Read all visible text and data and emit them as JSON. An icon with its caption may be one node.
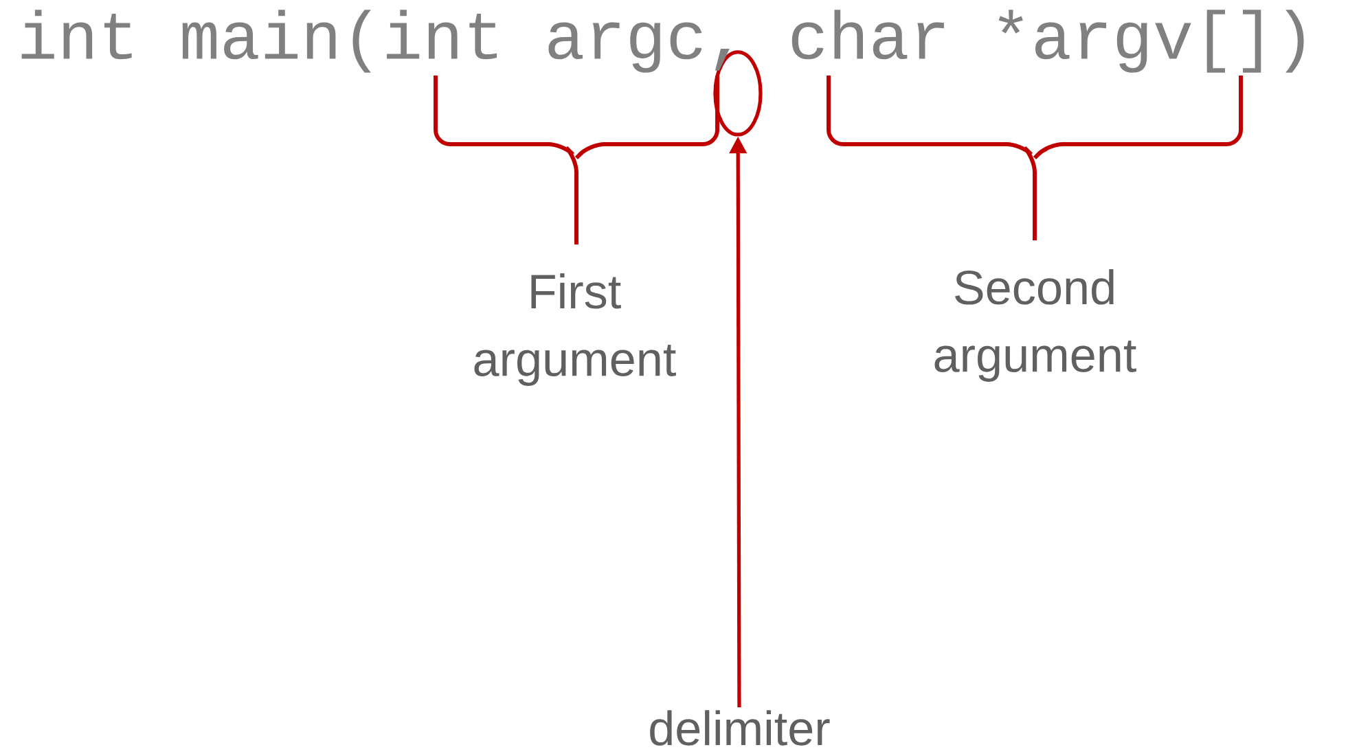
{
  "diagram": {
    "nodes": [
      {
        "text": [
          "delimiter"
        ]
      },
      {
        "text": [],
        "shape": "ellipse"
      }
    ],
    "edges": [
      {
        "from": 0,
        "to": 1,
        "arrow": "to"
      }
    ],
    "labels": [
      "int main(int argc, char *argv[])",
      "First argument",
      "Second argument"
    ]
  }
}
